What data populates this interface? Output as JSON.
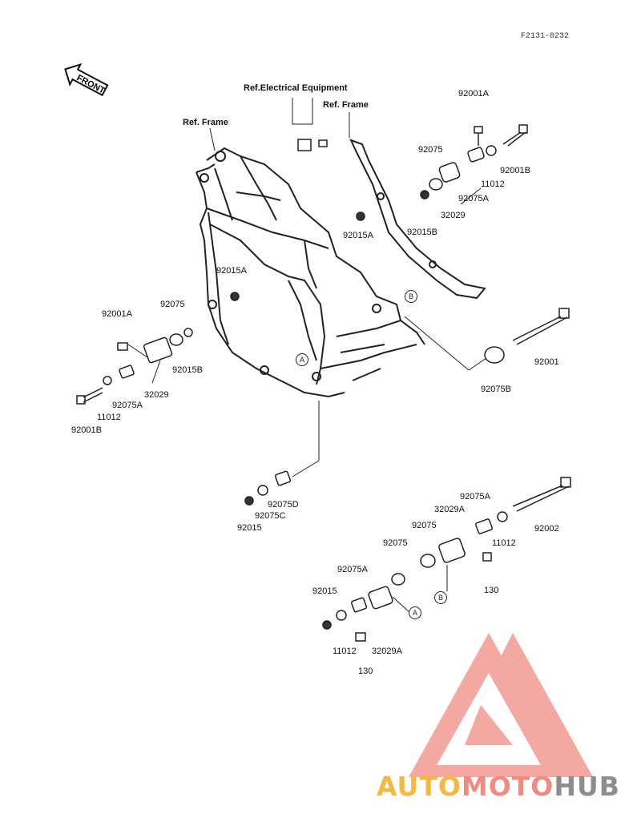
{
  "diagram_code": "F2131-0232",
  "front_label": "FRONT",
  "ref_labels": {
    "ref_frame_left": "Ref. Frame",
    "ref_electrical": "Ref.Electrical Equipment",
    "ref_frame_right": "Ref. Frame"
  },
  "callouts": {
    "a": "A",
    "b": "B"
  },
  "parts": [
    {
      "id": "p1",
      "text": "92001A"
    },
    {
      "id": "p2",
      "text": "92075"
    },
    {
      "id": "p3",
      "text": "92001B"
    },
    {
      "id": "p4",
      "text": "11012"
    },
    {
      "id": "p5",
      "text": "92075A"
    },
    {
      "id": "p6",
      "text": "32029"
    },
    {
      "id": "p7",
      "text": "92015B"
    },
    {
      "id": "p8",
      "text": "92015A"
    },
    {
      "id": "p9",
      "text": "92001A"
    },
    {
      "id": "p10",
      "text": "92075"
    },
    {
      "id": "p11",
      "text": "92001B"
    },
    {
      "id": "p12",
      "text": "11012"
    },
    {
      "id": "p13",
      "text": "92075A"
    },
    {
      "id": "p14",
      "text": "32029"
    },
    {
      "id": "p15",
      "text": "92015B"
    },
    {
      "id": "p16",
      "text": "92015A"
    },
    {
      "id": "p17",
      "text": "92001"
    },
    {
      "id": "p18",
      "text": "92075B"
    },
    {
      "id": "p19",
      "text": "92075D"
    },
    {
      "id": "p20",
      "text": "92075C"
    },
    {
      "id": "p21",
      "text": "92015"
    },
    {
      "id": "p22",
      "text": "92075A"
    },
    {
      "id": "p23",
      "text": "32029A"
    },
    {
      "id": "p24",
      "text": "92075"
    },
    {
      "id": "p25",
      "text": "11012"
    },
    {
      "id": "p26",
      "text": "92002"
    },
    {
      "id": "p27",
      "text": "130"
    },
    {
      "id": "p28",
      "text": "92075"
    },
    {
      "id": "p29",
      "text": "92075A"
    },
    {
      "id": "p30",
      "text": "92015"
    },
    {
      "id": "p31",
      "text": "11012"
    },
    {
      "id": "p32",
      "text": "32029A"
    },
    {
      "id": "p33",
      "text": "130"
    }
  ],
  "watermark": {
    "part1": "AUTO",
    "part2": "MOTO",
    "part3": "HUB"
  },
  "colors": {
    "line": "#222222",
    "logo_red": "#f08b82",
    "logo_orange": "#f6b840",
    "logo_gray": "#8d8d8d"
  }
}
